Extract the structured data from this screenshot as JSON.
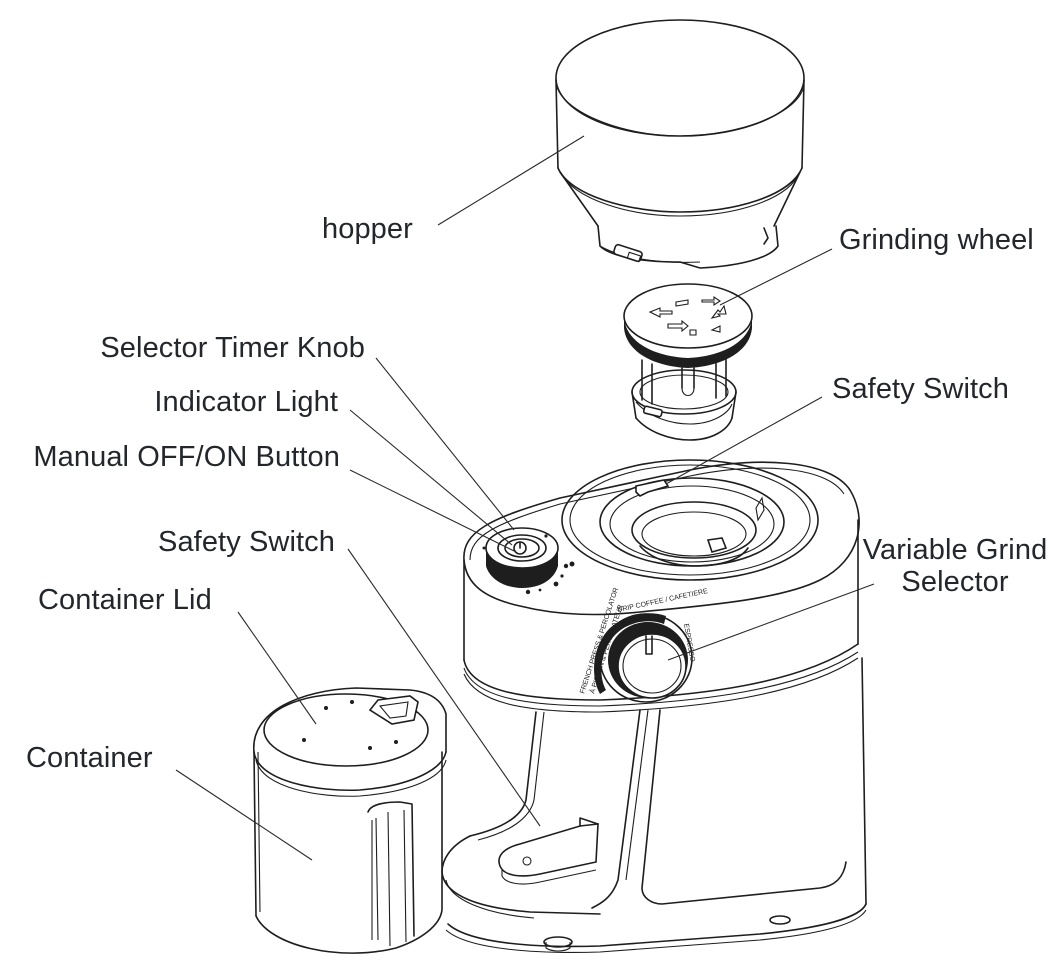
{
  "diagram": {
    "title": "Coffee grinder parts diagram",
    "style": "exploded line drawing",
    "colors": {
      "line": "#1e1e1e",
      "label_text": "#23262b",
      "background": "#ffffff"
    }
  },
  "labels": {
    "hopper": "hopper",
    "grinding_wheel": "Grinding wheel",
    "selector_timer_knob": "Selector Timer Knob",
    "indicator_light": "Indicator Light",
    "manual_button": "Manual OFF/ON Button",
    "safety_switch_top": "Safety Switch",
    "safety_switch_base": "Safety Switch",
    "variable_grind_line1": "Variable Grind",
    "variable_grind_line2": "Selector",
    "container_lid": "Container Lid",
    "container": "Container"
  },
  "grind_dial": {
    "settings": [
      "FRENCH PRESS & PERCOLATOR",
      "À PISTON & PERCOLATEUR",
      "DRIP COFFEE / CAFETIERE",
      "ESPRESSO"
    ]
  },
  "parts": [
    {
      "id": "hopper",
      "icon": "hopper-icon"
    },
    {
      "id": "grinding-wheel",
      "icon": "grinding-wheel-icon"
    },
    {
      "id": "motor-base",
      "icon": "grinder-body-icon"
    },
    {
      "id": "timer-knob",
      "icon": "timer-knob-icon"
    },
    {
      "id": "grind-selector",
      "icon": "grind-dial-icon"
    },
    {
      "id": "container",
      "icon": "container-icon"
    },
    {
      "id": "container-lid",
      "icon": "container-lid-icon"
    }
  ]
}
